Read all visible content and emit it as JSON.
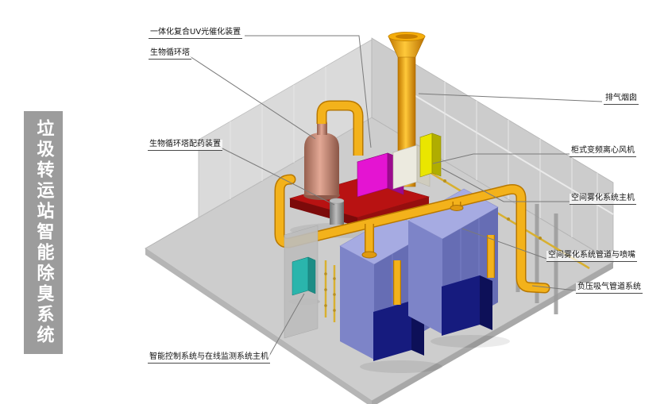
{
  "banner": {
    "text": "垃圾转运站智能除臭系统"
  },
  "diagram": {
    "labels": {
      "uv_device": "一体化复合UV光催化装置",
      "bio_tower": "生物循环塔",
      "exhaust_stack": "排气烟囱",
      "dosing_device": "生物循环塔配药装置",
      "centrifugal_fan": "柜式变频离心风机",
      "atomization_host": "空间雾化系统主机",
      "atomization_pipes": "空间雾化系统管道与喷嘴",
      "suction_duct": "负压吸气管道系统",
      "control_host": "智能控制系统与在线监测系统主机"
    },
    "colors": {
      "pipe": "#f3b21b",
      "chimney": "#f0a400",
      "bio_tower": "#c9897a",
      "uv_box": "#e414d2",
      "fan_box": "#eceadf",
      "atomization_box": "#eae600",
      "container_top": "#a6abe2",
      "container_dark": "#161b7e",
      "control_box": "#2ab5ac",
      "platform": "#b81212",
      "building": "#cdcdcd",
      "banner_bg": "#9c9c9c"
    }
  }
}
